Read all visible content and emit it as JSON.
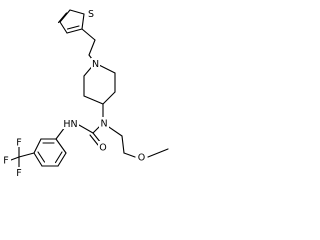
{
  "molecule": {
    "atoms": {
      "S": "S",
      "N_pip": "N",
      "N_amide": "N",
      "O_carbonyl": "O",
      "NH": "HN",
      "O_ether": "O",
      "F1": "F",
      "F2": "F",
      "F3": "F"
    }
  }
}
